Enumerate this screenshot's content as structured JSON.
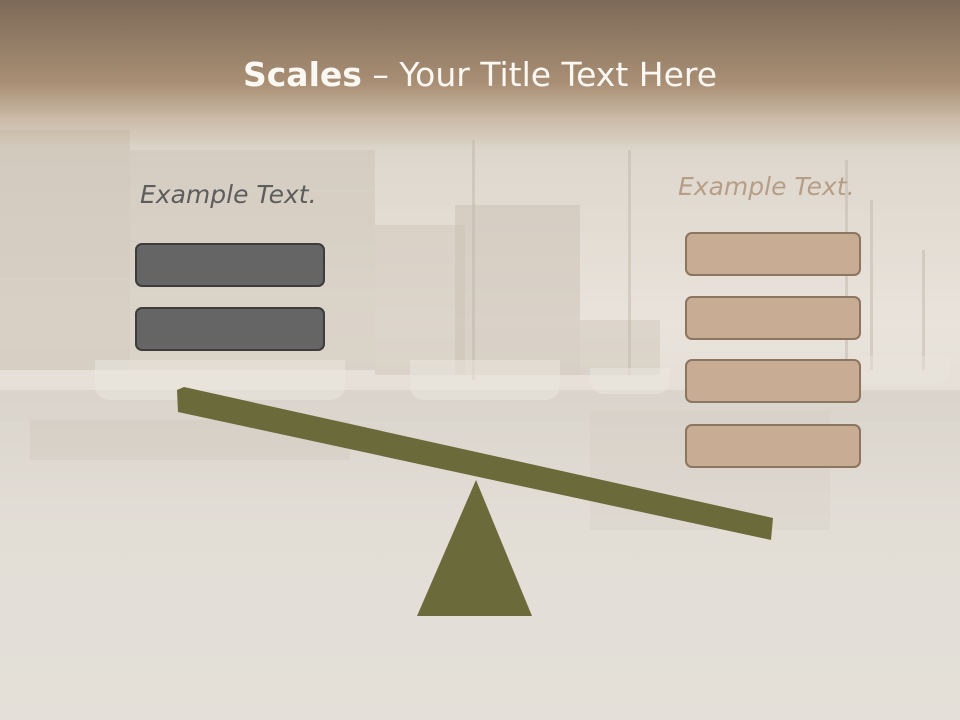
{
  "slide": {
    "title_bold": "Scales",
    "title_rest": " – Your Title Text Here"
  },
  "left_group": {
    "example_text": "Example Text.",
    "boxes": [
      "",
      ""
    ]
  },
  "right_group": {
    "example_text": "Example Text.",
    "boxes": [
      "",
      "",
      "",
      ""
    ]
  },
  "colors": {
    "title_bar": "#9c8368",
    "title_text": "#fbf7f2",
    "left_box_fill": "#656565",
    "right_box_fill": "#c8ad94",
    "beam_and_fulcrum": "#6b6a3a"
  },
  "icons": {
    "background_photo": "harbor-photo",
    "scale_graphic": "seesaw-balance"
  }
}
